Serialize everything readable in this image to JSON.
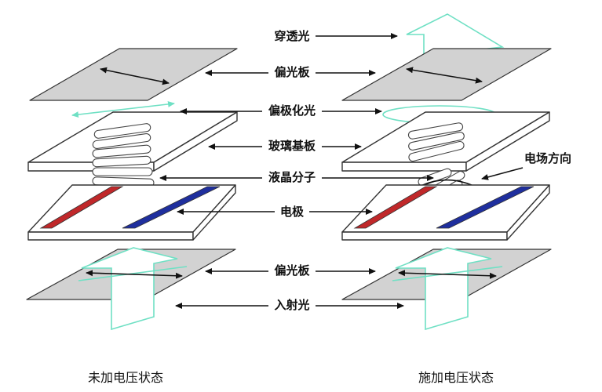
{
  "labels": {
    "transmitted_light": "穿透光",
    "polarizer_top": "偏光板",
    "polarized_light": "偏极化光",
    "glass_substrate": "玻璃基板",
    "lc_molecule": "液晶分子",
    "electrode": "电极",
    "polarizer_bottom": "偏光板",
    "incident_light": "入射光",
    "field_direction": "电场方向"
  },
  "captions": {
    "no_voltage": "未加电压状态",
    "voltage_on": "施加电压状态"
  },
  "colors": {
    "light_beam": "#6fe0c4",
    "electrode_red": "#c0282a",
    "electrode_blue": "#1f2f9e",
    "polarizer": "#d2d2d2"
  }
}
